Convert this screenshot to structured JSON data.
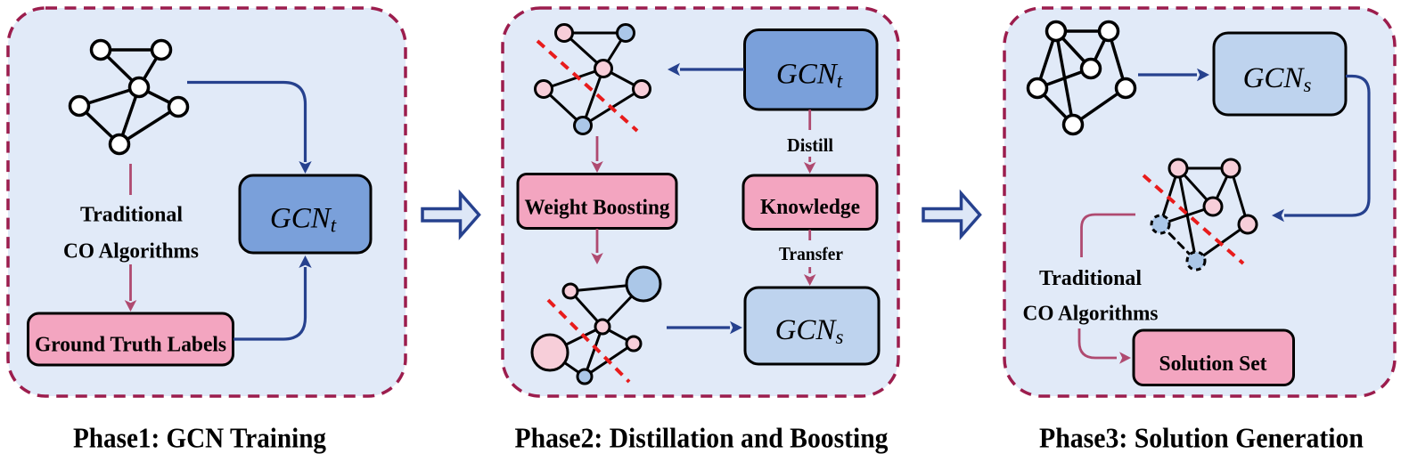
{
  "figure_title": "Three-phase GCN training, distillation and solution generation pipeline",
  "colors": {
    "panel_fill": "#e1eaf8",
    "panel_border": "#9c1d4d",
    "teacher_box_fill": "#7aa0da",
    "student_box_fill": "#bed3ee",
    "pink_box_fill": "#f3a5c0",
    "node_pink": "#f7ced9",
    "node_blue": "#abc7e8",
    "navy_arrow": "#26418e",
    "rose_arrow": "#af4a70",
    "red_cut_line": "#e81c1c",
    "hollow_arrow_fill": "#dde7f7",
    "text": "#000000",
    "background": "#ffffff"
  },
  "panels": [
    {
      "caption": "Phase1: GCN Training",
      "teacher_label": {
        "base": "GCN",
        "sub": "t"
      },
      "algo_label_line1": "Traditional",
      "algo_label_line2": "CO Algorithms",
      "ground_truth_label": "Ground Truth Labels"
    },
    {
      "caption": "Phase2: Distillation and Boosting",
      "teacher_label": {
        "base": "GCN",
        "sub": "t"
      },
      "student_label": {
        "base": "GCN",
        "sub": "s"
      },
      "weight_boosting_label": "Weight Boosting",
      "distill_label": "Distill",
      "knowledge_label": "Knowledge",
      "transfer_label": "Transfer"
    },
    {
      "caption": "Phase3: Solution Generation",
      "student_label": {
        "base": "GCN",
        "sub": "s"
      },
      "algo_label_line1": "Traditional",
      "algo_label_line2": "CO Algorithms",
      "solution_set_label": "Solution Set"
    }
  ]
}
